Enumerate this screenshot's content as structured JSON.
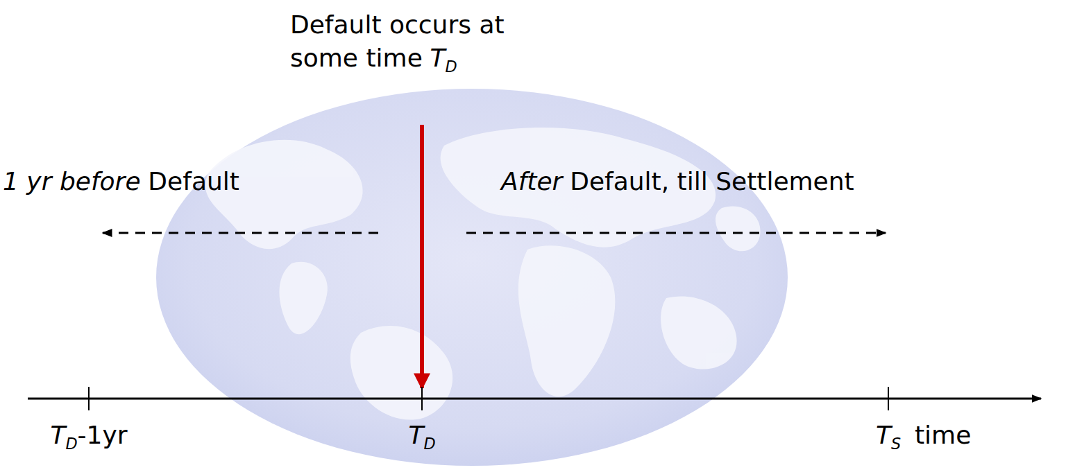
{
  "diagram": {
    "labels": [
      "Default occurs at",
      "some time",
      "T",
      "D",
      "1 yr before",
      "Default",
      "After",
      "Default, till Settlement",
      "T",
      "D",
      "-1yr",
      "T",
      "D",
      "T",
      "S",
      "time"
    ]
  }
}
